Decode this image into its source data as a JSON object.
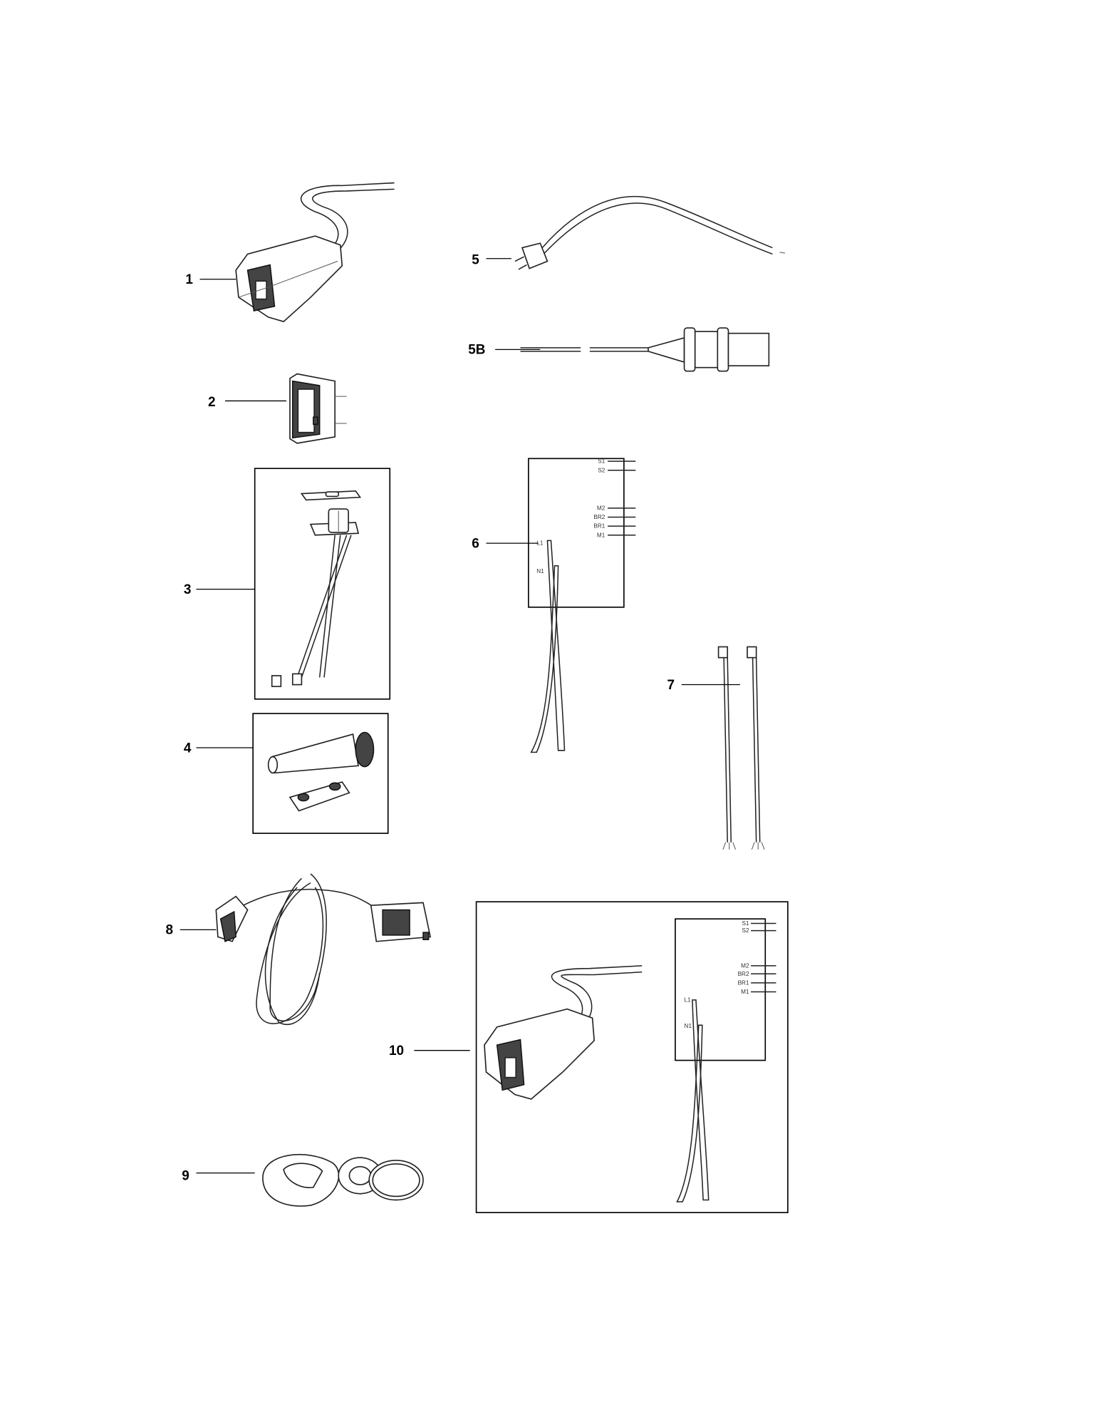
{
  "callouts": {
    "p1": "1",
    "p2": "2",
    "p3": "3",
    "p4": "4",
    "p5": "5",
    "p5b": "5B",
    "p6": "6",
    "p7": "7",
    "p8": "8",
    "p9": "9",
    "p10": "10"
  },
  "wiring_labels": {
    "s1": "S1",
    "s2": "S2",
    "m2": "M2",
    "br2": "BR2",
    "br1": "BR1",
    "m1": "M1",
    "l1": "L1",
    "n1": "N1"
  }
}
